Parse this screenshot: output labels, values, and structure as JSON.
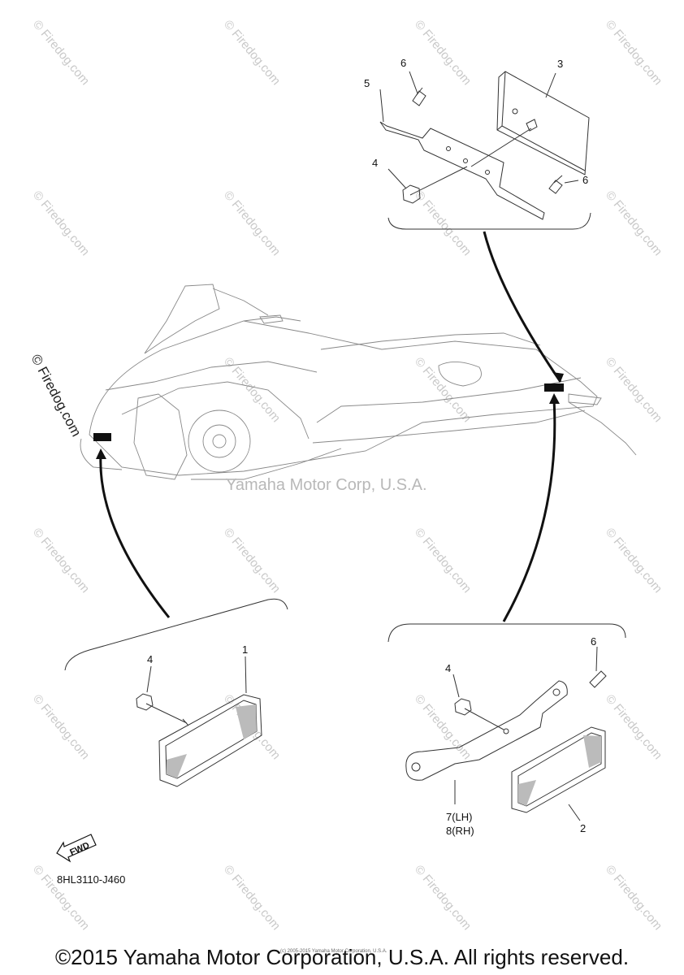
{
  "diagram": {
    "code": "8HL3110-J460",
    "fwd_label": "FWD",
    "center_watermark": "Yamaha Motor Corp, U.S.A.",
    "left_watermark": "© Firedog.com",
    "tiled_watermark": "© Firedog.com",
    "tiny_print": "(c) 2005-2015 Yamaha Motor Corporation, U.S.A.",
    "callouts": {
      "top_3": "3",
      "top_4": "4",
      "top_5": "5",
      "top_6a": "6",
      "top_6b": "6",
      "left_1": "1",
      "left_4": "4",
      "right_2": "2",
      "right_4": "4",
      "right_6": "6",
      "right_7": "7(LH)",
      "right_8": "8(RH)"
    }
  },
  "footer": {
    "copyright": "©2015 Yamaha Motor Corporation, U.S.A. All rights reserved."
  }
}
